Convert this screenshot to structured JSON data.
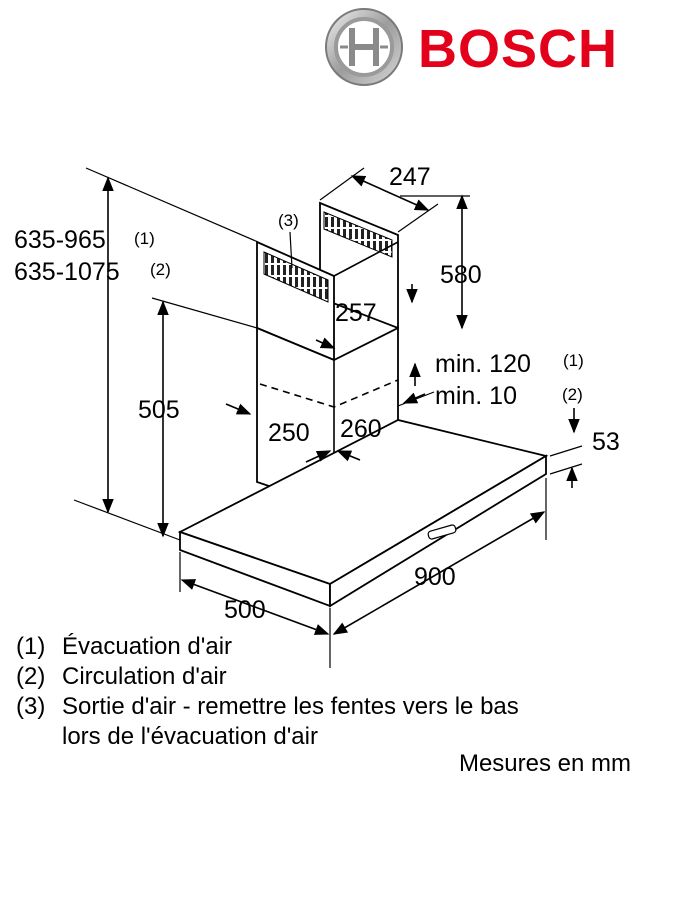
{
  "brand": {
    "name": "BOSCH",
    "color": "#e2001a",
    "logo_icon": "bosch-armature-icon"
  },
  "dimensions": {
    "total_height_a": "635-965",
    "total_height_b": "635-1075",
    "ref1": "(1)",
    "ref2": "(2)",
    "ref3": "(3)",
    "chimney_depth_top": "247",
    "upper_chimney_height": "580",
    "chimney_width_top": "257",
    "min_gap_1": "min. 120",
    "min_gap_2": "min. 10",
    "lower_height": "505",
    "chimney_width_bottom": "250",
    "chimney_depth_bottom": "260",
    "canopy_thickness": "53",
    "width": "900",
    "depth": "500"
  },
  "legend": [
    {
      "num": "(1)",
      "text": "Évacuation d'air"
    },
    {
      "num": "(2)",
      "text": "Circulation d'air"
    },
    {
      "num": "(3)",
      "text": "Sortie d'air - remettre les fentes vers le bas lors de l'évacuation d'air"
    }
  ],
  "units_note": "Mesures en mm"
}
